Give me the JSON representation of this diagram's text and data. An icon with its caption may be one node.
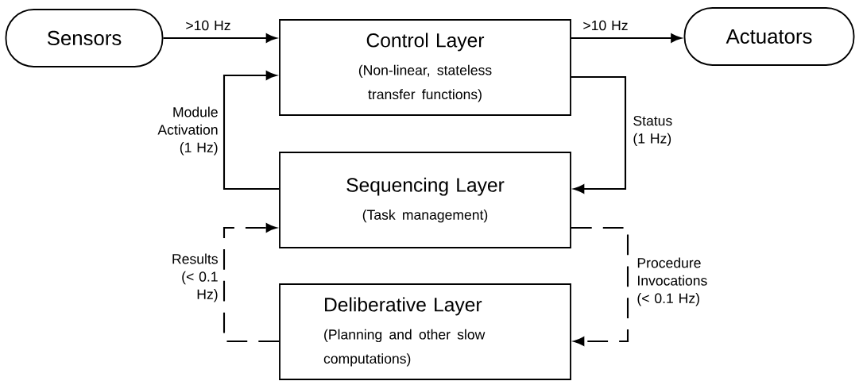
{
  "diagram": {
    "nodes": [
      {
        "text": [
          "Sensors"
        ]
      },
      {
        "text": [
          "Control Layer",
          "(Non-linear, stateless transfer functions)"
        ]
      },
      {
        "text": [
          "Actuators"
        ]
      },
      {
        "text": [
          "Sequencing Layer",
          "(Task management)"
        ]
      },
      {
        "text": [
          "Deliberative Layer",
          "(Planning and other slow computations)"
        ]
      }
    ],
    "edges": [
      {
        "from": 0,
        "to": 1,
        "arrow": "to",
        "label": ">10 Hz"
      },
      {
        "from": 1,
        "to": 2,
        "arrow": "to",
        "label": ">10 Hz"
      },
      {
        "from": 3,
        "to": 1,
        "arrow": "to",
        "label": "Module Activation (1 Hz)"
      },
      {
        "from": 1,
        "to": 3,
        "arrow": "to",
        "label": "Status (1 Hz)"
      },
      {
        "from": 4,
        "to": 3,
        "arrow": "to",
        "label": "Results (< 0.1 Hz)",
        "style": "dashed"
      },
      {
        "from": 3,
        "to": 4,
        "arrow": "to",
        "label": "Procedure Invocations (< 0.1 Hz)",
        "style": "dashed"
      }
    ]
  }
}
